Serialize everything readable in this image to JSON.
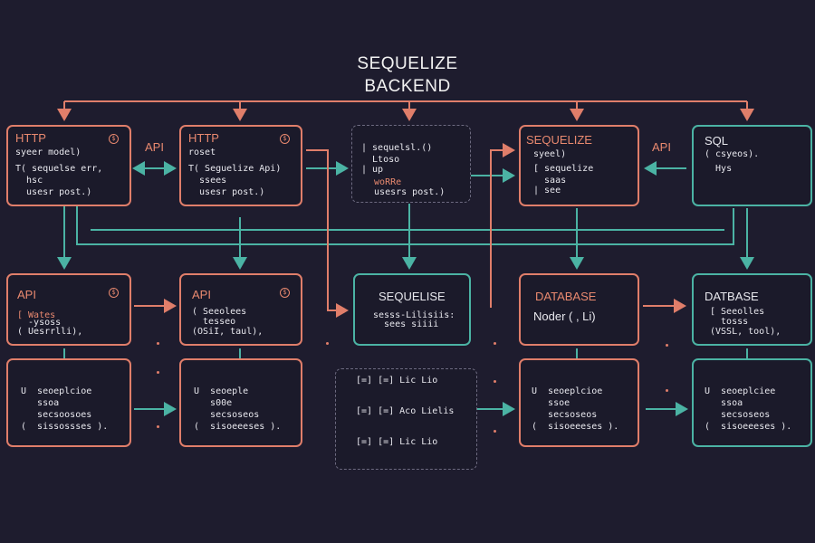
{
  "title": {
    "line1": "SEQUELIZE",
    "line2": "BACKEND"
  },
  "side_labels": {
    "api_left": "API",
    "api_right": "API"
  },
  "row1": [
    {
      "header": "HTTP",
      "lines": [
        "syeer model)",
        "T( sequelse err,",
        "  hsc",
        "  usesr post.)"
      ]
    },
    {
      "header": "HTTP",
      "lines": [
        "roset",
        "T( Seguelize Api)",
        "  ssees",
        "  usesr post.)"
      ]
    },
    {
      "header": "",
      "lines": [
        "| sequelsl.()",
        "  Ltoso",
        "| up",
        "  woRRe",
        "  usesrs post.)"
      ]
    },
    {
      "header": "SEQUELIZE",
      "lines": [
        "syeel)",
        "[ sequelize",
        "  saas",
        "| see"
      ]
    },
    {
      "header": "SQL",
      "lines": [
        "( csyeos).",
        "  Hys"
      ]
    }
  ],
  "row2": [
    {
      "header": "API",
      "lines": [
        "[ Wates",
        "  -ysoss",
        "( Uesrrlli),"
      ]
    },
    {
      "header": "API",
      "lines": [
        "( Seeolees",
        "  tesseo",
        "(OSiI, taul),"
      ]
    },
    {
      "header": "SEQUELISE",
      "lines": [
        "sesss-Lilisiis:",
        "  sees siiii"
      ]
    },
    {
      "header": "DATABASE",
      "lines": [
        "Noder ( , Li)"
      ]
    },
    {
      "header": "DATBASE",
      "lines": [
        "[ Seeolles",
        "  tosss",
        "(VSSL, tool),"
      ]
    }
  ],
  "row3": [
    {
      "lines": [
        "U  seoeplcioe",
        "   ssoa",
        "   secsoosoes",
        "(  sissossses )."
      ]
    },
    {
      "lines": [
        "U  seoeple",
        "   s00e",
        "   secsoseos",
        "(  sisoeeeses )."
      ]
    },
    {
      "lines": [
        "[=] [=] Lic Lio",
        "",
        "[=] [=] Aco Lielis",
        "",
        "[=] [=] Lic Lio"
      ]
    },
    {
      "lines": [
        "U  seoeplcioe",
        "   ssoe",
        "   secsoseos",
        "(  sisoeeeses )."
      ]
    },
    {
      "lines": [
        "U  seoeplciee",
        "   ssoa",
        "   secsoseos",
        "(  sisoeeeses )."
      ]
    }
  ],
  "colors": {
    "background": "#1e1c2e",
    "orange": "#e07e6a",
    "teal": "#4bb3a4",
    "text": "#e8e8ee"
  }
}
